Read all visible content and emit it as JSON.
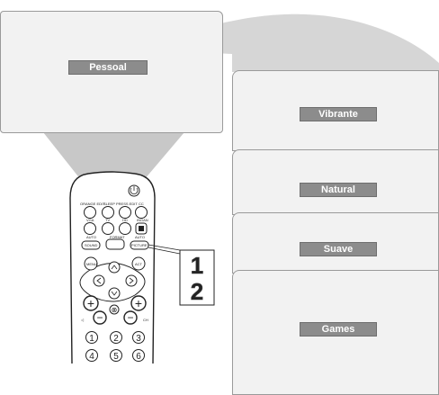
{
  "main_screen": {
    "label": "Pessoal"
  },
  "style_options": [
    {
      "label": "Vibrante"
    },
    {
      "label": "Natural"
    },
    {
      "label": "Suave"
    },
    {
      "label": "Games"
    }
  ],
  "callout": {
    "line1": "1",
    "line2": "2"
  },
  "remote": {
    "row1": [
      "ORANGE EDIT",
      "SLEEP",
      "PRESS EDIT",
      "CC"
    ],
    "row2": [
      "VGA",
      "TV",
      "HD",
      "INGAN"
    ],
    "row3": [
      "AUTO",
      "FORMAT",
      "AUTO"
    ],
    "row3_buttons": [
      "SOUND",
      "PICTURE"
    ],
    "menu": "MENU",
    "ok": "ACT",
    "vol_label": "◁",
    "ch_label": "CH",
    "mute": "⊗",
    "plus": "+",
    "minus": "−",
    "digits": [
      "1",
      "2",
      "3",
      "4",
      "5",
      "6"
    ]
  },
  "colors": {
    "screen_bg": "#f2f2f2",
    "pill_bg": "#8c8c8c",
    "beam": "#c8c8c8",
    "fan": "#d6d6d6"
  }
}
